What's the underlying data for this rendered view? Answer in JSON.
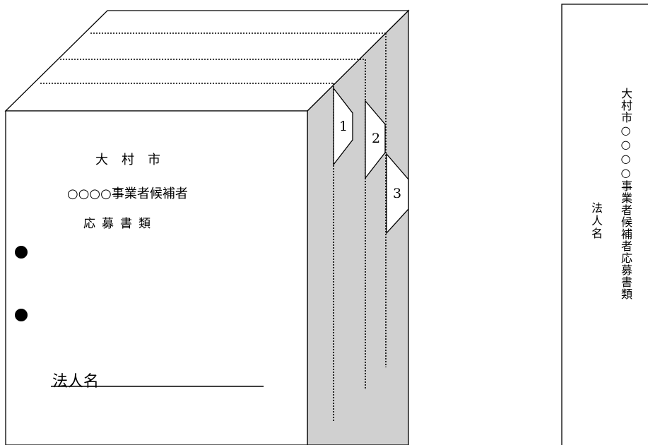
{
  "binder": {
    "front_title_line1": "大村市",
    "front_title_line2": "○○○○事業者候補者",
    "front_title_line3": "応募書類",
    "company_name_label": "法人名",
    "tabs": [
      "1",
      "2",
      "3"
    ]
  },
  "spine": {
    "title": "大村市○○○○事業者候補者応募書類",
    "company_name_label": "法人名"
  },
  "colors": {
    "side_fill": "#d0d0d0",
    "line": "#000000",
    "background": "#ffffff"
  }
}
